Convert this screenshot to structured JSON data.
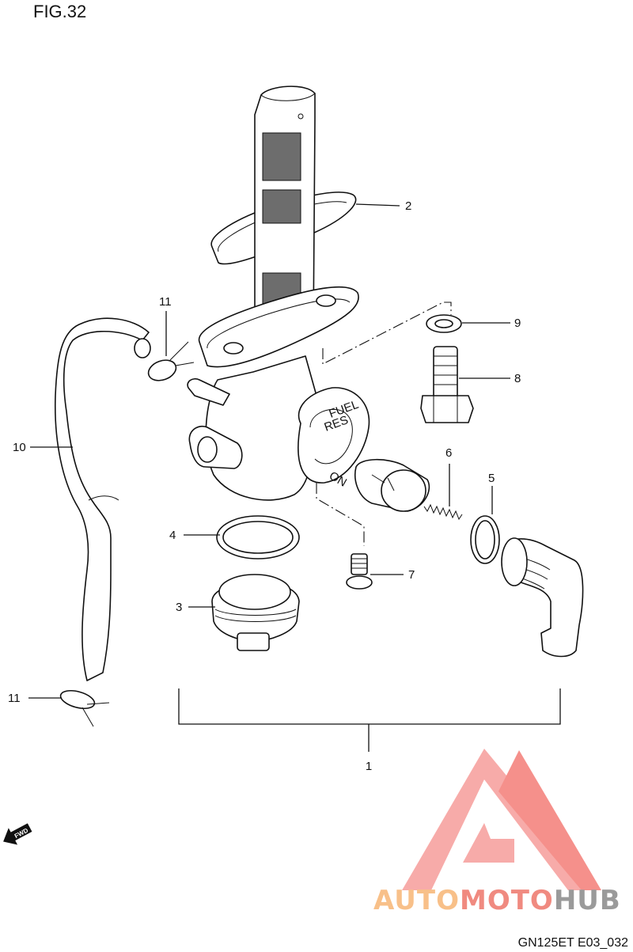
{
  "figure": {
    "title": "FIG.32",
    "code": "GN125ET E03_032"
  },
  "callouts": [
    {
      "id": "c1",
      "text": "1"
    },
    {
      "id": "c2",
      "text": "2"
    },
    {
      "id": "c3",
      "text": "3"
    },
    {
      "id": "c4",
      "text": "4"
    },
    {
      "id": "c5",
      "text": "5"
    },
    {
      "id": "c6",
      "text": "6"
    },
    {
      "id": "c7",
      "text": "7"
    },
    {
      "id": "c8",
      "text": "8"
    },
    {
      "id": "c9",
      "text": "9"
    },
    {
      "id": "c10",
      "text": "10"
    },
    {
      "id": "c11a",
      "text": "11"
    },
    {
      "id": "c11b",
      "text": "11"
    }
  ],
  "lever_markings": {
    "a": "FUEL",
    "b": "RES",
    "c": "ON"
  },
  "fwd_arrow": {
    "text": "FWD",
    "icon": "fwd-arrow-icon"
  },
  "watermark": {
    "part1": "AUTO",
    "part2": "MOTO",
    "part3": "HUB",
    "colors": {
      "triangle": "#f7a3a0",
      "auto": "#f8c089",
      "moto": "#f08a80",
      "hub": "#9a9a9a"
    }
  }
}
